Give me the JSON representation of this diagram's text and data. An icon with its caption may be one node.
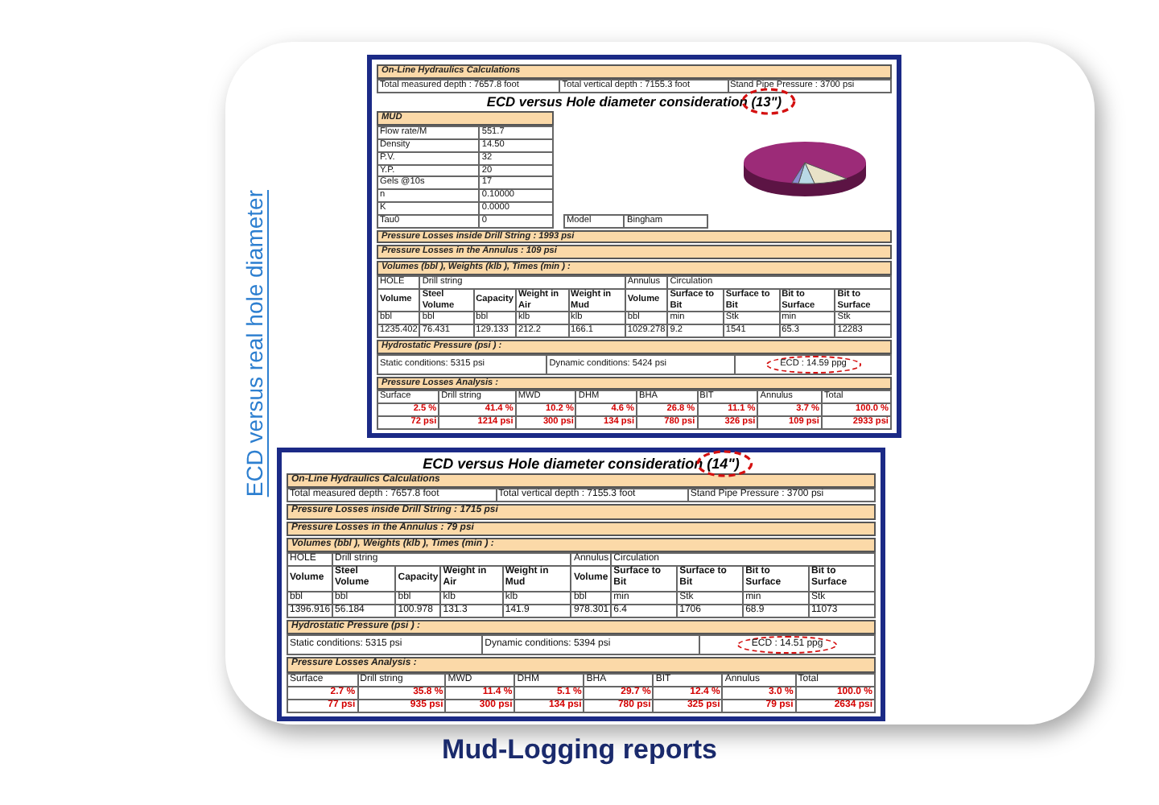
{
  "diagram": {
    "title": "Mud-Logging reports",
    "labels": [
      "ECD versus real hole diameter",
      "On-Line Hydraulics Calculations",
      "Total measured depth : 7657.8 foot",
      "Total vertical depth : 7155.3 foot",
      "Stand Pipe Pressure : 3700 psi",
      "ECD versus Hole diameter consideration (13\")",
      "MUD",
      "Flow rate/M",
      "551.7",
      "Density",
      "14.50",
      "P.V.",
      "32",
      "Y.P.",
      "20",
      "Gels @10s",
      "17",
      "n",
      "0.10000",
      "K",
      "0.0000",
      "Tau0",
      "0",
      "Model",
      "Bingham",
      "Pressure Losses inside Drill String : 1993 psi",
      "Pressure Losses in the Annulus : 109 psi",
      "Volumes (bbl ), Weights (klb ), Times (min ) :",
      "HOLE",
      "Drill string",
      "Annulus",
      "Circulation",
      "Volume",
      "Steel Volume",
      "Capacity",
      "Weight in Air",
      "Weight in Mud",
      "Volume",
      "Surface to Bit",
      "Surface to Bit",
      "Bit to Surface",
      "Bit to Surface",
      "bbl",
      "bbl",
      "bbl",
      "klb",
      "klb",
      "bbl",
      "min",
      "Stk",
      "min",
      "Stk",
      "1235.402",
      "76.431",
      "129.133",
      "212.2",
      "166.1",
      "1029.278",
      "9.2",
      "1541",
      "65.3",
      "12283",
      "Hydrostatic Pressure (psi ) :",
      "Static conditions: 5315 psi",
      "Dynamic conditions: 5424 psi",
      "ECD : 14.59 ppg",
      "Pressure Losses Analysis :",
      "Surface",
      "2.5 %",
      "72 psi",
      "Drill string",
      "41.4 %",
      "1214 psi",
      "MWD",
      "10.2 %",
      "300 psi",
      "DHM",
      "4.6 %",
      "134 psi",
      "BHA",
      "26.8 %",
      "780 psi",
      "BIT",
      "11.1 %",
      "326 psi",
      "Annulus",
      "3.7 %",
      "109 psi",
      "Total",
      "100.0 %",
      "2933 psi",
      "ECD versus Hole diameter consideration (14\")",
      "On-Line Hydraulics Calculations",
      "Total measured depth : 7657.8 foot",
      "Total vertical depth : 7155.3 foot",
      "Stand Pipe Pressure : 3700 psi",
      "Pressure Losses inside Drill String : 1715 psi",
      "Pressure Losses in the Annulus : 79 psi",
      "Volumes (bbl ), Weights (klb ), Times (min ) :",
      "HOLE",
      "Drill string",
      "Annulus",
      "Circulation",
      "Volume",
      "Steel Volume",
      "Capacity",
      "Weight in Air",
      "Weight in Mud",
      "Volume",
      "Surface to Bit",
      "Surface to Bit",
      "Bit to Surface",
      "Bit to Surface",
      "bbl",
      "bbl",
      "bbl",
      "klb",
      "klb",
      "bbl",
      "min",
      "Stk",
      "min",
      "Stk",
      "1396.916",
      "56.184",
      "100.978",
      "131.3",
      "141.9",
      "978.301",
      "6.4",
      "1706",
      "68.9",
      "11073",
      "Hydrostatic Pressure (psi ) :",
      "Static conditions: 5315 psi",
      "Dynamic conditions: 5394 psi",
      "ECD : 14.51 ppg",
      "Pressure Losses Analysis :",
      "Surface",
      "2.7 %",
      "77 psi",
      "Drill string",
      "35.8 %",
      "935 psi",
      "MWD",
      "11.4 %",
      "300 psi",
      "DHM",
      "5.1 %",
      "134 psi",
      "BHA",
      "29.7 %",
      "780 psi",
      "BIT",
      "12.4 %",
      "325 psi",
      "Annulus",
      "3.0 %",
      "79 psi",
      "Total",
      "100.0 %",
      "2634 psi"
    ]
  }
}
